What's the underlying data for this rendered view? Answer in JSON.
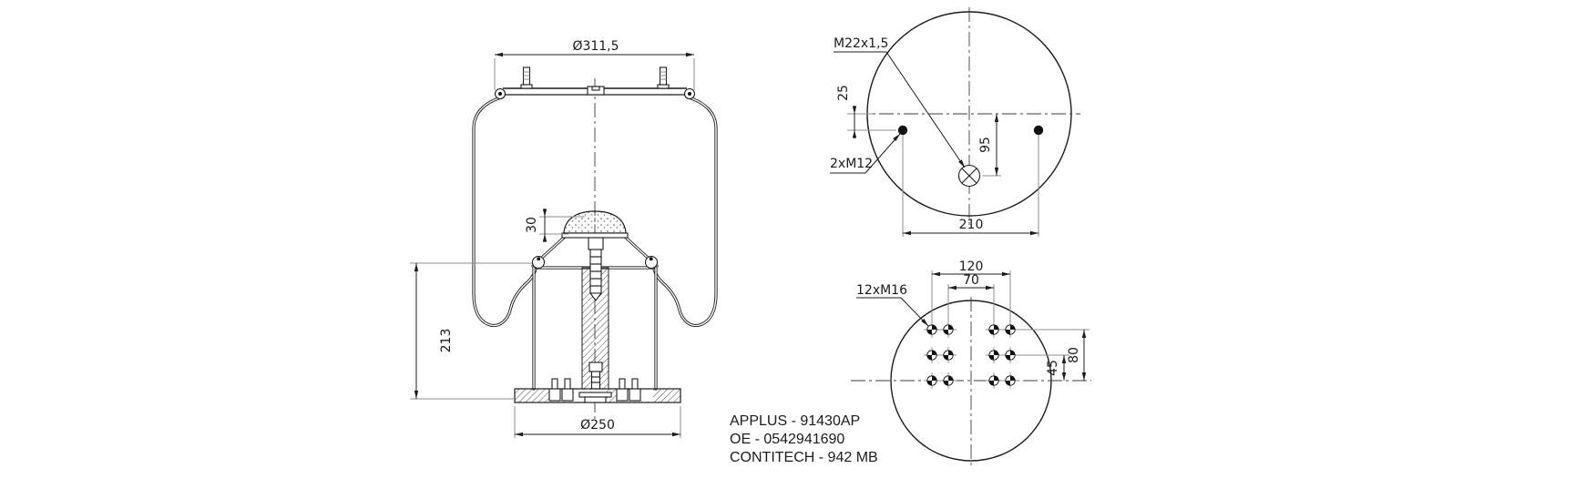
{
  "part_info": {
    "line1": "APPLUS - 91430AP",
    "line2": "OE - 0542941690",
    "line3": "CONTITECH - 942 MB"
  },
  "side_view": {
    "top_plate_diameter": "Ø311,5",
    "bumper_height": "30",
    "piston_height": "213",
    "piston_diameter": "Ø250"
  },
  "top_view": {
    "air_fitting_thread": "M22x1,5",
    "stud_label": "2xM12",
    "stud_vertical_offset": "25",
    "fitting_vertical_offset": "95",
    "stud_spacing": "210"
  },
  "bottom_view": {
    "hole_label": "12xM16",
    "outer_hole_spacing": "120",
    "inner_hole_spacing": "70",
    "mid_row_offset": "45",
    "top_row_offset": "80"
  },
  "colors": {
    "line": "#1c1c1c",
    "extension": "#8f8f8f",
    "background": "#ffffff"
  }
}
